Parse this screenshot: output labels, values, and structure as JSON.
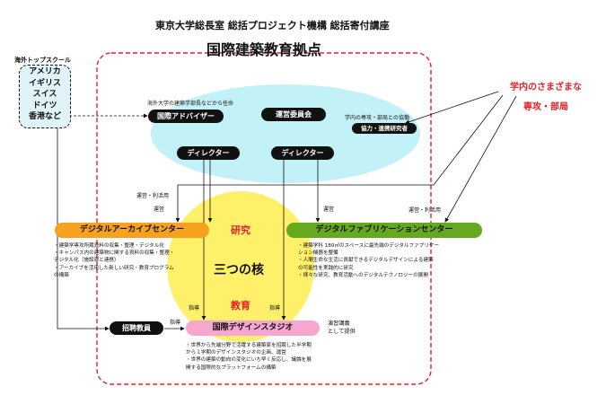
{
  "header": {
    "line1": "東京大学総長室 総括プロジェクト機構 総括寄付講座",
    "title": "国際建築教育拠点"
  },
  "overseas_school": {
    "label": "海外トップスクール",
    "countries": [
      "アメリカ",
      "イギリス",
      "スイス",
      "ドイツ",
      "香港など"
    ]
  },
  "university_depts": {
    "line1": "学内のさまざまな",
    "line2": "専攻・部局"
  },
  "management": {
    "advisor_note": "海外大学の建築学部長などから任命",
    "advisor": "国際アドバイザー",
    "committee": "運営委員会",
    "cooperation_note": "学内の専攻・部局との協働",
    "cooperating_researchers": "協力・連携研究者",
    "director_1": "ディレクター",
    "director_2": "ディレクター"
  },
  "labels": {
    "use_left": "運営・利活用",
    "manage_left": "運営",
    "manage_right": "運営",
    "use_right": "運営・利活用",
    "guide_left": "指導",
    "guide_mid": "指導",
    "guide_invited": "指導",
    "lecture": "演習講義\nとして提供"
  },
  "core": {
    "research": "研究",
    "three_cores": "三つの核",
    "education": "教育"
  },
  "archive_center": {
    "title": "デジタルアーカイブセンター",
    "bullets": "・建築学専攻所蔵資料の収集・整理・デジタル化\n・キャンパス内の建築物に関する資料の収集・整理・\n  デジタル化（施設部と連携）\n・アーカイブを活用した新しい研究・教育プログラム\n  の構築"
  },
  "fab_center": {
    "title": "デジタルファブリケーションセンター",
    "bullets": "・建築学科 180㎡のスペースに最先端のデジタルファブリケー\n  ション機器を整備\n・人間生命な生活に貢献できるデジタルデザインによる建築\n  の可能性を実践的に研究\n・様々な研究、教育活動へのデジタルテクノロジーの展開"
  },
  "design_studio": {
    "title": "国際デザインスタジオ",
    "bullets": "・世界から先端分野で活躍する建築家を招聘した半学期\n  から１学期のデザインスタジオの企画、運営\n・世界の建築の動向の変化にいち早く反応し、議論を展\n  開する国際的なプラットフォームの構築"
  },
  "invited_faculty": "招聘教員",
  "colors": {
    "red": "#e8202a",
    "cyan": "#c2f1f8",
    "yellow": "#fff06a",
    "orange": "#f6a21e",
    "green": "#66a81e",
    "pink": "#f5a7cf",
    "school_bg": "#dff3f8"
  }
}
